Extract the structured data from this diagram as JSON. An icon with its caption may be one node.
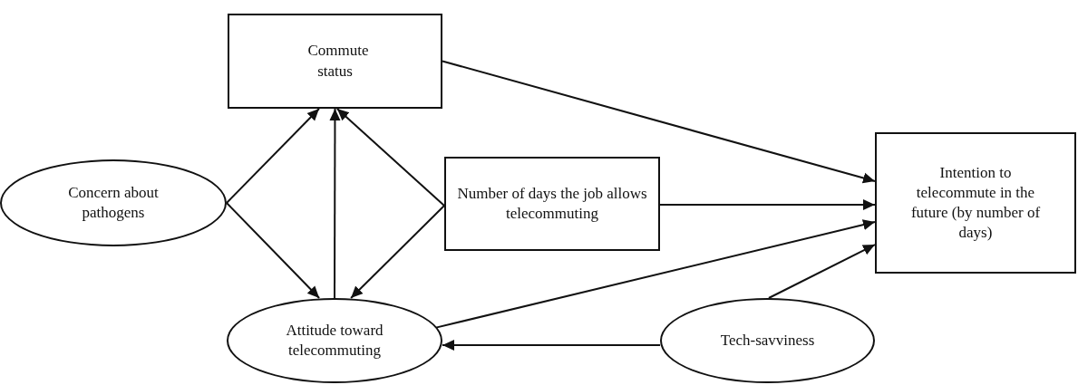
{
  "diagram": {
    "nodes": [
      {
        "text": [
          "Commute status"
        ]
      },
      {
        "text": [
          "Concern about pathogens"
        ]
      },
      {
        "text": [
          "Number of days the job allows telecommuting"
        ]
      },
      {
        "text": [
          "Intention to telecommute in the future (by number of days)"
        ]
      },
      {
        "text": [
          "Attitude toward telecommuting"
        ]
      },
      {
        "text": [
          "Tech-savviness"
        ]
      }
    ],
    "edges": [
      {
        "from": 0,
        "to": 3,
        "arrow": "to"
      },
      {
        "from": 1,
        "to": 0,
        "arrow": "to"
      },
      {
        "from": 1,
        "to": 4,
        "arrow": "to"
      },
      {
        "from": 4,
        "to": 0,
        "arrow": "to"
      },
      {
        "from": 2,
        "to": 0,
        "arrow": "to"
      },
      {
        "from": 2,
        "to": 4,
        "arrow": "to"
      },
      {
        "from": 2,
        "to": 3,
        "arrow": "to"
      },
      {
        "from": 4,
        "to": 3,
        "arrow": "to"
      },
      {
        "from": 5,
        "to": 3,
        "arrow": "to"
      },
      {
        "from": 5,
        "to": 4,
        "arrow": "to"
      }
    ]
  }
}
